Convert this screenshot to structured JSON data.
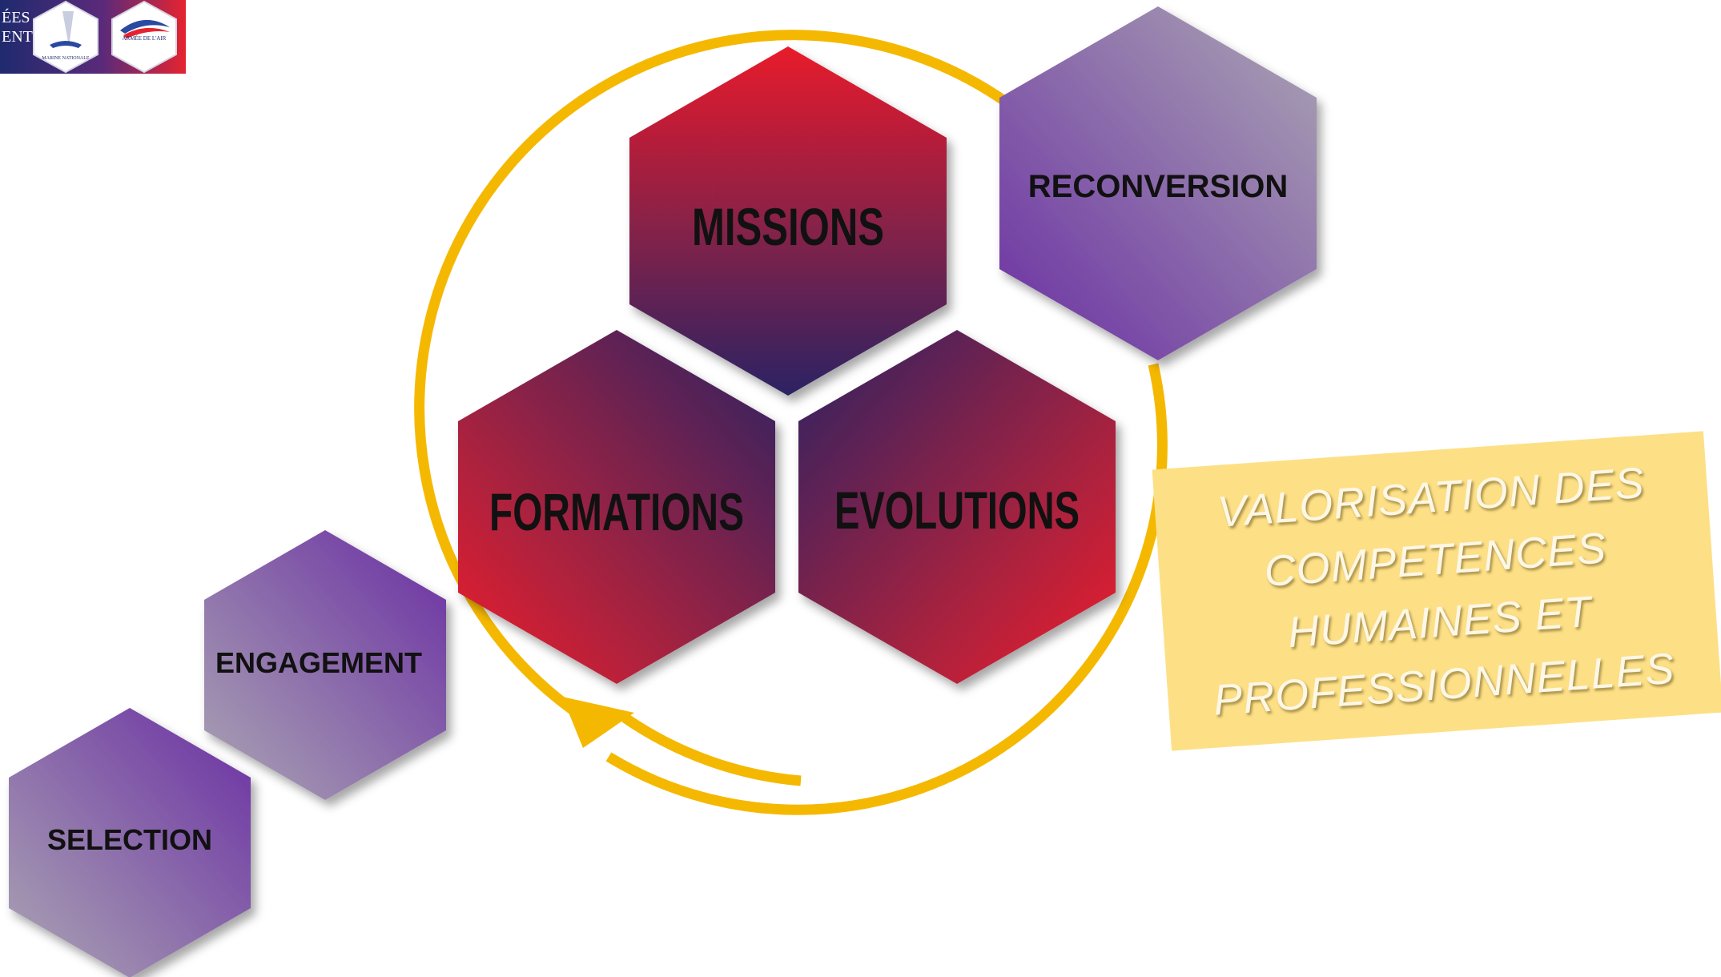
{
  "logo": {
    "partial_text": "ÉES\nENT",
    "marine_label": "MARINE NATIONALE",
    "air_label": "ARMÉE DE L'AIR"
  },
  "core": {
    "missions": "MISSIONS",
    "formations": "FORMATIONS",
    "evolutions": "EVOLUTIONS"
  },
  "steps": {
    "reconversion": "RECONVERSION",
    "engagement": "ENGAGEMENT",
    "selection": "SELECTION"
  },
  "banner": {
    "text": "VALORISATION DES\nCOMPETENCES\nHUMAINES ET\nPROFESSIONNELLES"
  },
  "colors": {
    "cycle_arrow": "#f5b800",
    "core_red": "#e41e2b",
    "core_navy": "#2e2362",
    "step_purple": "#6f35a3",
    "step_grey": "#a79fae",
    "banner_bg": "#fde086"
  }
}
